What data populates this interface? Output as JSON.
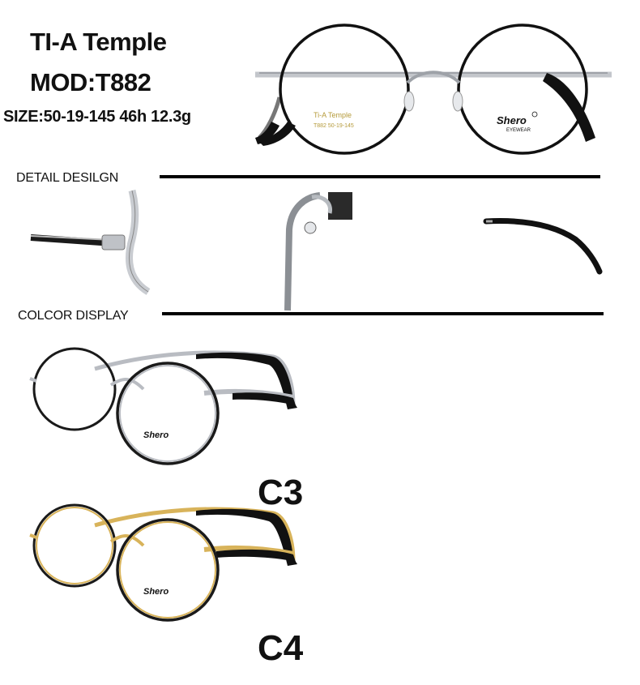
{
  "header": {
    "title": "TI-A Temple",
    "model": "MOD:T882",
    "size": "SIZE:50-19-145 46h 12.3g"
  },
  "sections": {
    "detail": "DETAIL DESILGN",
    "color": "COLCOR DISPLAY"
  },
  "hero": {
    "brand": "Shero",
    "brand_sub": "EYEWEAR",
    "lens_print": "Ti-A Temple",
    "lens_print_sub": "T882 50-19-145"
  },
  "variants": [
    {
      "code": "C3",
      "brand": "Shero",
      "rim_color": "#1a1a1a",
      "bridge_color": "#b9bcc2",
      "temple_color": "#b9bcc2",
      "tip_color": "#111111"
    },
    {
      "code": "C4",
      "brand": "Shero",
      "rim_color": "#1a1a1a",
      "bridge_color": "#d8b35a",
      "temple_color": "#d8b35a",
      "tip_color": "#111111"
    }
  ]
}
